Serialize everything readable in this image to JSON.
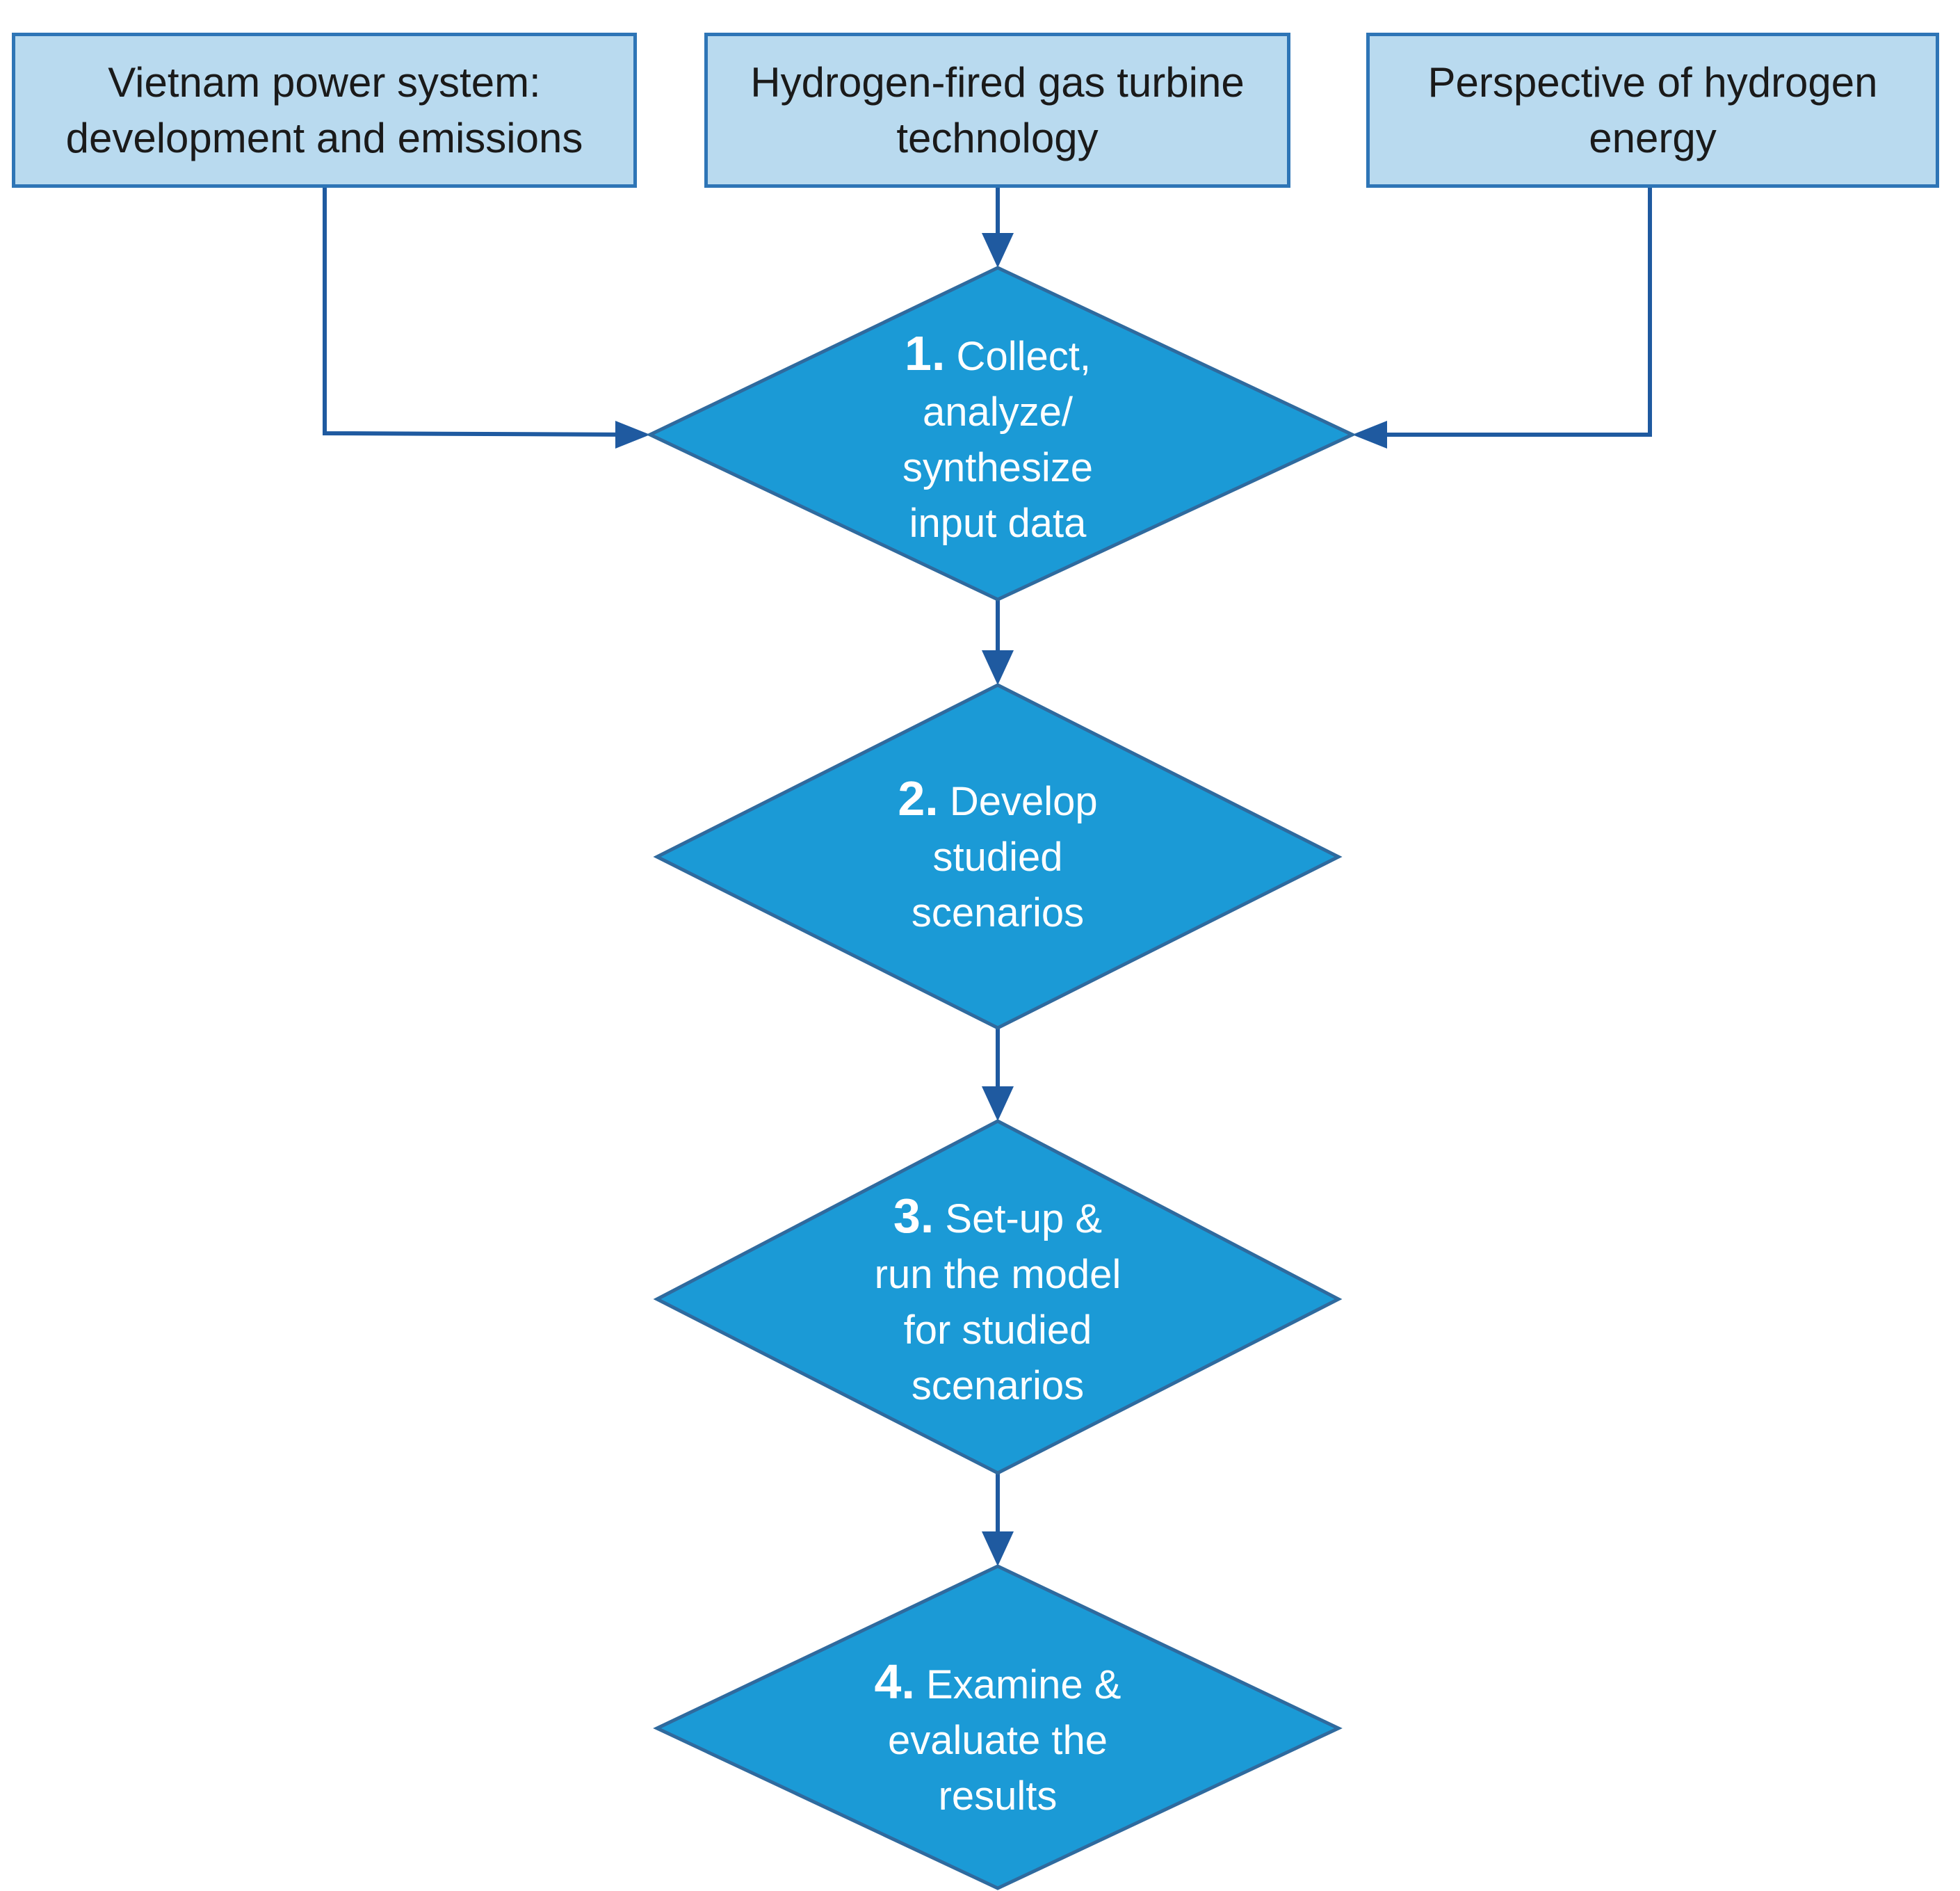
{
  "inputs": {
    "power_system": "Vietnam power system:\ndevelopment and emissions",
    "h2_turbine": "Hydrogen-fired gas turbine\ntechnology",
    "h2_perspective": "Perspective of hydrogen\nenergy"
  },
  "steps": [
    {
      "number": "1.",
      "first_line": " Collect,",
      "lines": [
        "analyze/",
        "synthesize",
        "input data"
      ]
    },
    {
      "number": "2.",
      "first_line": " Develop",
      "lines": [
        "studied",
        "scenarios"
      ]
    },
    {
      "number": "3.",
      "first_line": " Set-up  &",
      "lines": [
        "run the model",
        "for studied",
        "scenarios"
      ]
    },
    {
      "number": "4.",
      "first_line": " Examine &",
      "lines": [
        "evaluate the",
        "results"
      ]
    }
  ],
  "colors": {
    "box_fill": "#b9daef",
    "box_border": "#2e75b6",
    "diamond_fill": "#1b9ad6",
    "diamond_border": "#2f6a9e",
    "arrow": "#1f5aa0"
  }
}
